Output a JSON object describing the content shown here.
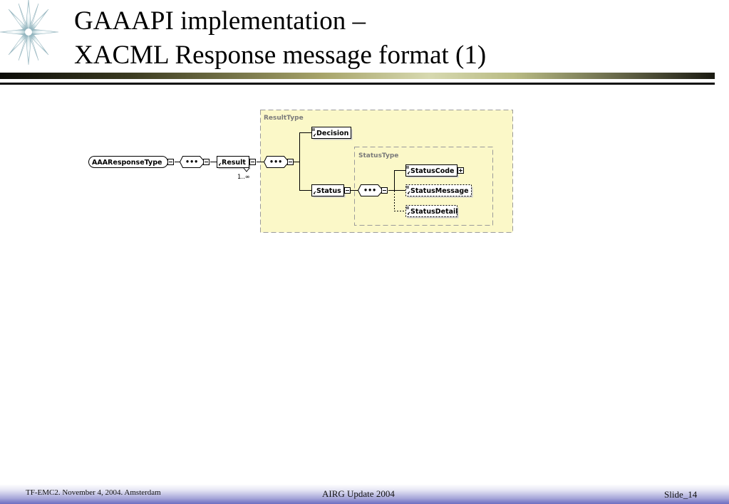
{
  "title": {
    "line1": "GAAAPI implementation –",
    "line2": "XACML Response message format (1)"
  },
  "diagram": {
    "result_type_label": "ResultType",
    "status_type_label": "StatusType",
    "root": "AAAResponseType",
    "result": "Result",
    "result_occurs": "1..∞",
    "decision": "Decision",
    "status": "Status",
    "status_code": "StatusCode",
    "status_message": "StatusMessage",
    "status_detail": "StatusDetail",
    "sequence_symbol": "•••"
  },
  "footer": {
    "left": "TF-EMC2. November 4, 2004. Amsterdam",
    "center": "AIRG Update 2004",
    "right": "Slide_14"
  },
  "colors": {
    "type_box_fill": "#fbf8c8",
    "footer_gradient_end": "#6d6dc0"
  }
}
